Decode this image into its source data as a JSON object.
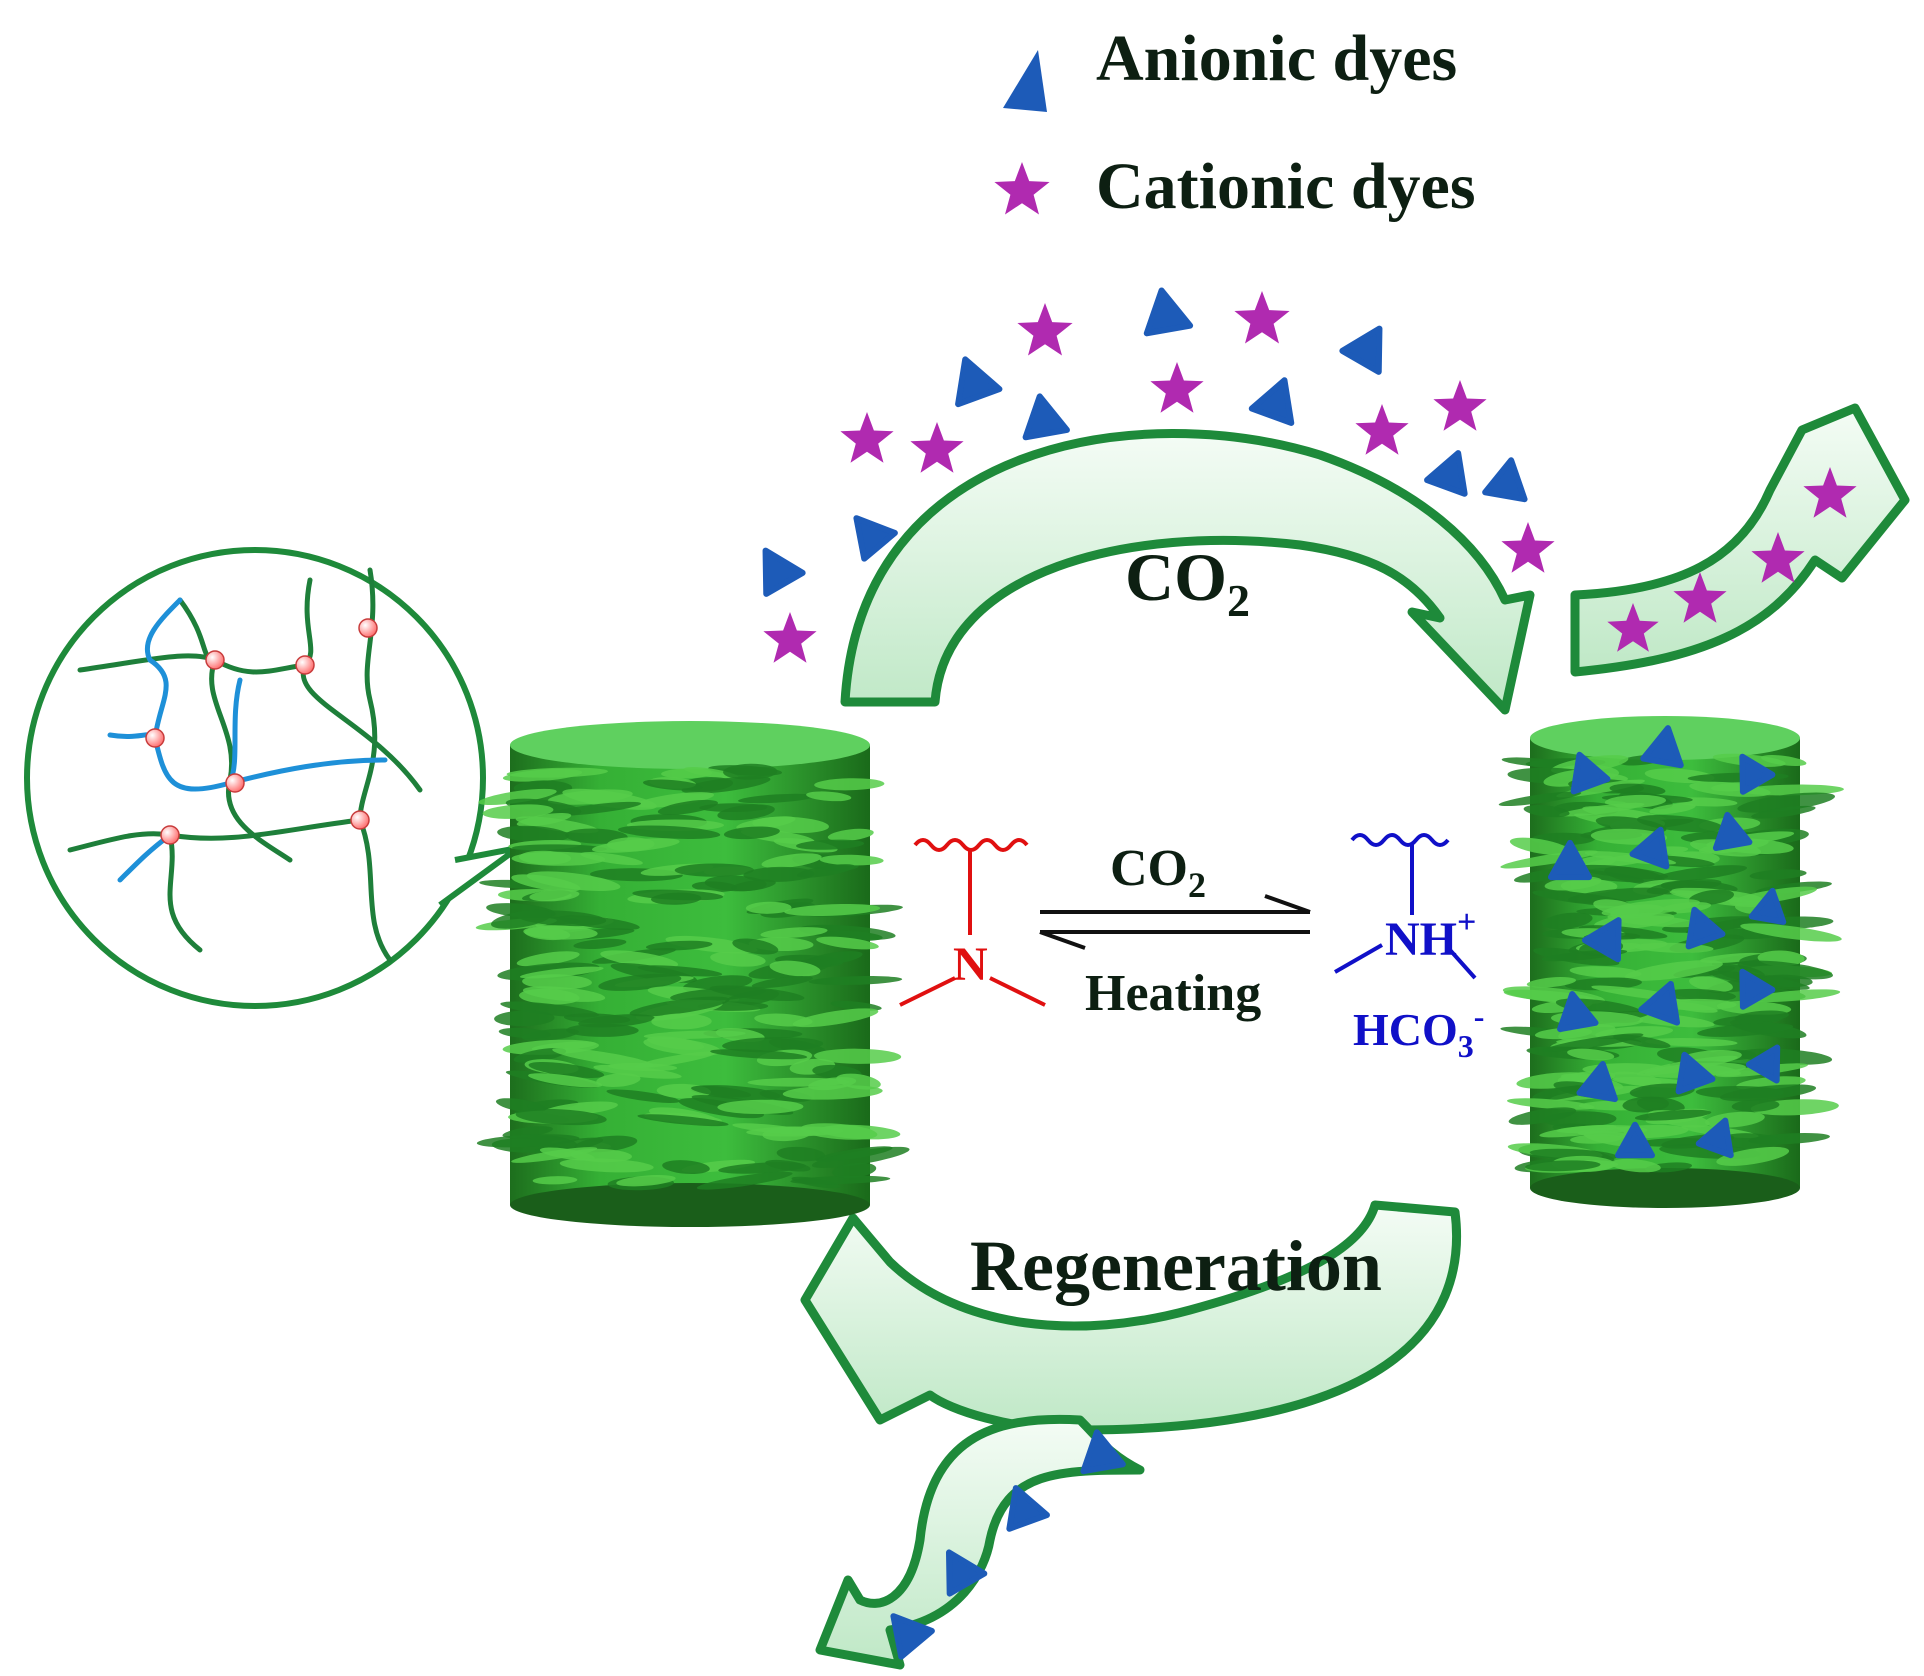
{
  "legend": {
    "anionic_label": "Anionic dyes",
    "cationic_label": "Cationic dyes"
  },
  "labels": {
    "co2_main": "CO",
    "co2_main_sub": "2",
    "regeneration": "Regeneration"
  },
  "reaction": {
    "amine_atom": "N",
    "forward_label": "CO",
    "forward_label_sub": "2",
    "reverse_label": "Heating",
    "protonated_amine": "NH",
    "protonated_charge": "+",
    "counter_ion": "HCO",
    "counter_ion_sub": "3",
    "counter_ion_charge": "-"
  },
  "colors": {
    "anionic_dye": "#1d5bb8",
    "cationic_dye": "#b02ab0",
    "arrow_fill": "#d9f2dd",
    "arrow_stroke": "#1e8a3a",
    "network_green": "#1e7f3a",
    "network_blue": "#1e90d8",
    "crosslink": "#ff6a6a",
    "aerogel": "#2e9e2e",
    "amine_red": "#e01010",
    "amine_blue": "#1010c8",
    "text": "#0d1f12"
  }
}
